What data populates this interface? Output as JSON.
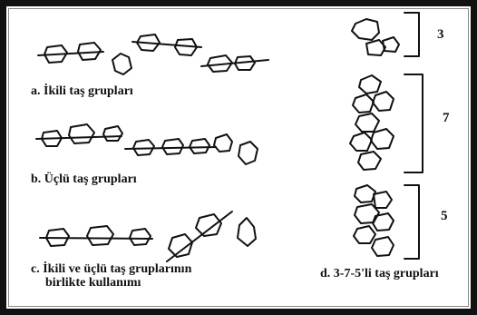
{
  "captions": {
    "a": "a. İkili taş grupları",
    "b": "b. Üçlü taş grupları",
    "c_line1": "c. İkili ve üçlü taş gruplarının",
    "c_line2": "birlikte kullanımı",
    "d": "d. 3-7-5'li taş grupları"
  },
  "groups": [
    "3",
    "7",
    "5"
  ],
  "colors": {
    "ink": "#111111",
    "border": "#111111",
    "background": "#ffffff"
  }
}
